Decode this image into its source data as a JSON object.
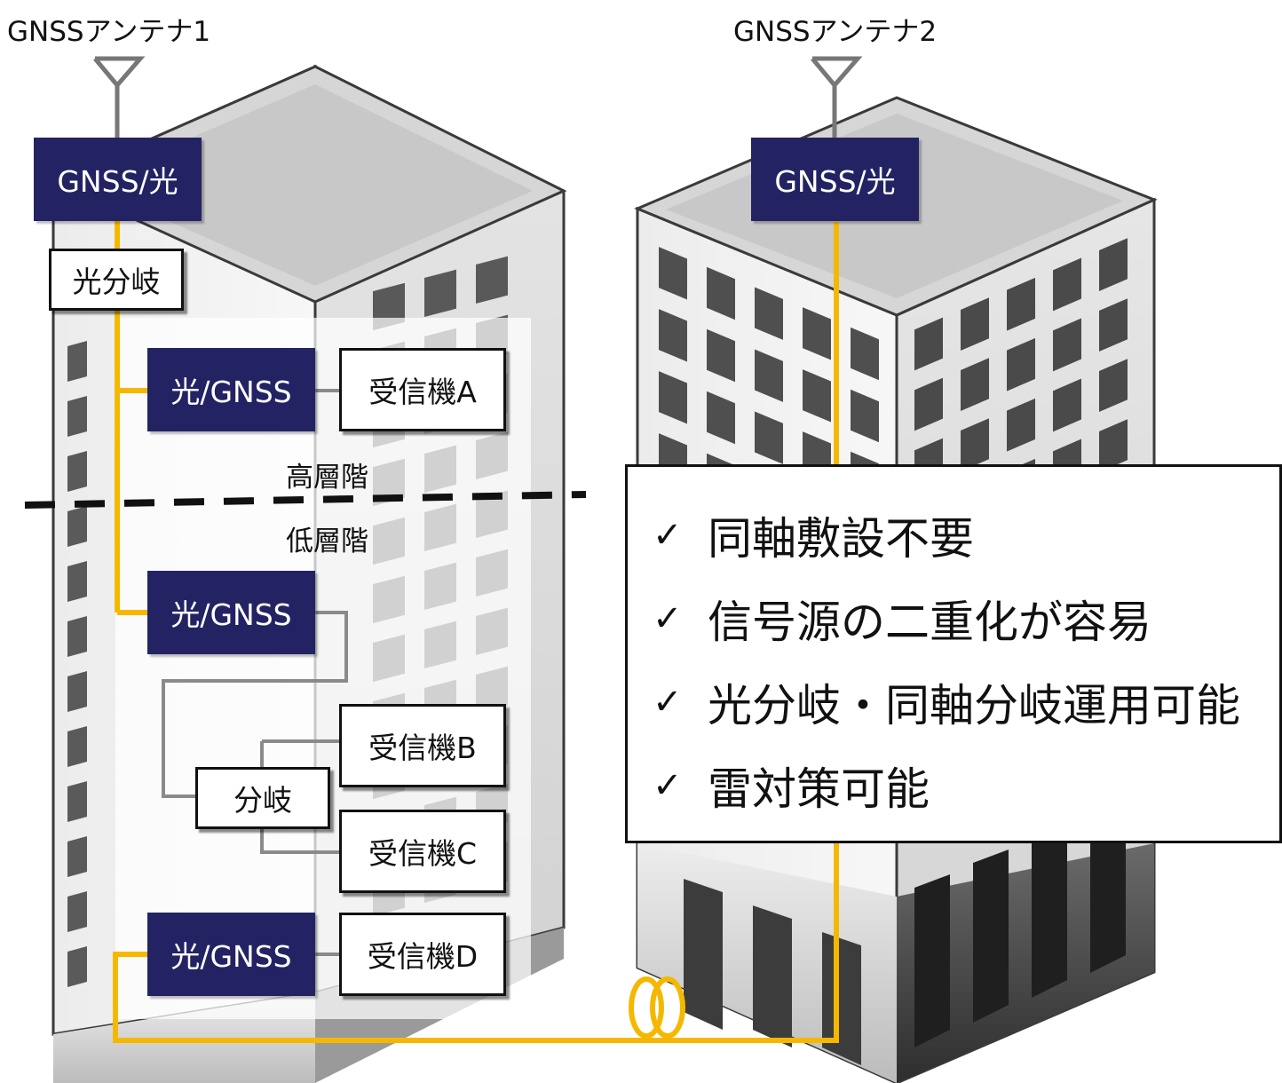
{
  "antennas": {
    "left_label": "GNSSアンテナ1",
    "right_label": "GNSSアンテナ2"
  },
  "converters": {
    "gnss_to_optical": "GNSS/光",
    "optical_to_gnss": "光/GNSS"
  },
  "splitters": {
    "optical": "光分岐",
    "coax": "分岐"
  },
  "receivers": {
    "a": "受信機A",
    "b": "受信機B",
    "c": "受信機C",
    "d": "受信機D"
  },
  "floors": {
    "upper": "高層階",
    "lower": "低層階"
  },
  "benefits": {
    "check_mark": "✓",
    "items": [
      "同軸敷設不要",
      "信号源の二重化が容易",
      "光分岐・同軸分岐運用可能",
      "雷対策可能"
    ]
  },
  "colors": {
    "converter_fill": "#232364",
    "fiber": "#F5B800",
    "coax": "#888888",
    "divider": "#111111"
  }
}
